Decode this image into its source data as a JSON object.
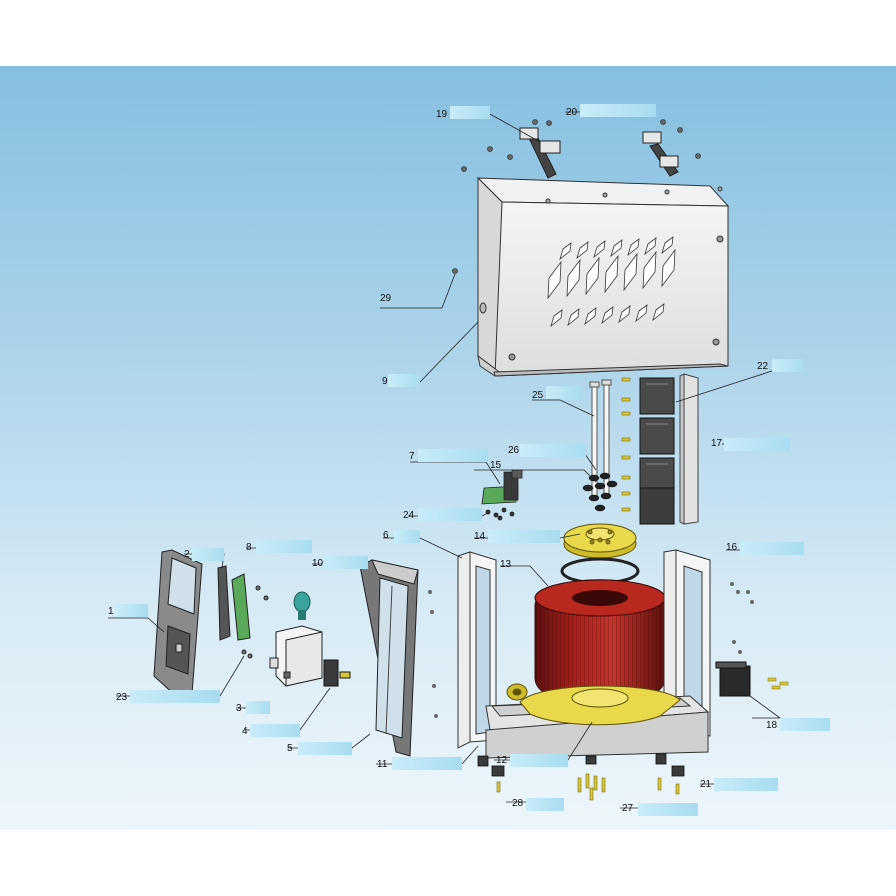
{
  "diagram": {
    "callouts": [
      {
        "id": "c1",
        "label": "1"
      },
      {
        "id": "c2",
        "label": "2"
      },
      {
        "id": "c3",
        "label": "3"
      },
      {
        "id": "c4",
        "label": "4"
      },
      {
        "id": "c5",
        "label": "5"
      },
      {
        "id": "c6",
        "label": "6"
      },
      {
        "id": "c7",
        "label": "7"
      },
      {
        "id": "c8",
        "label": "8"
      },
      {
        "id": "c9",
        "label": "9"
      },
      {
        "id": "c10",
        "label": "10"
      },
      {
        "id": "c11",
        "label": "11"
      },
      {
        "id": "c12",
        "label": "12"
      },
      {
        "id": "c13",
        "label": "13"
      },
      {
        "id": "c14",
        "label": "14"
      },
      {
        "id": "c15",
        "label": "15"
      },
      {
        "id": "c16",
        "label": "16"
      },
      {
        "id": "c17",
        "label": "17"
      },
      {
        "id": "c18",
        "label": "18"
      },
      {
        "id": "c19",
        "label": "19"
      },
      {
        "id": "c20",
        "label": "20"
      },
      {
        "id": "c21",
        "label": "21"
      },
      {
        "id": "c22",
        "label": "22"
      },
      {
        "id": "c23",
        "label": "23"
      },
      {
        "id": "c24",
        "label": "24"
      },
      {
        "id": "c25",
        "label": "25"
      },
      {
        "id": "c26",
        "label": "26"
      },
      {
        "id": "c27",
        "label": "27"
      },
      {
        "id": "c28",
        "label": "28"
      },
      {
        "id": "c29",
        "label": "29"
      }
    ]
  },
  "colors": {
    "background_top": "#86bfe0",
    "background_bottom": "#eef6fb",
    "label_highlight": "#b8e4f5",
    "coil": "#a8201c",
    "yellow_parts": "#e8d84a",
    "housing": "#ececec",
    "pcb_green": "#5aa85a"
  }
}
